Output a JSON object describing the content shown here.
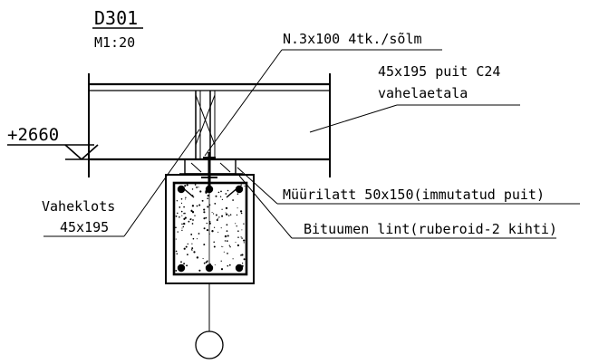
{
  "detail": {
    "id": "D301",
    "scale": "M1:20"
  },
  "level_mark": "+2660",
  "labels": {
    "nails": "N.3x100 4tk./sõlm",
    "joist_line1": "45x195 puit C24",
    "joist_line2": "vahelaetala",
    "block_line1": "Vaheklots",
    "block_line2": "45x195",
    "wall_plate": "Müürilatt 50x150(immutatud puit)",
    "bitumen": "Bituumen lint(ruberoid-2 kihti)"
  },
  "colors": {
    "line": "#000000",
    "background": "#ffffff"
  }
}
